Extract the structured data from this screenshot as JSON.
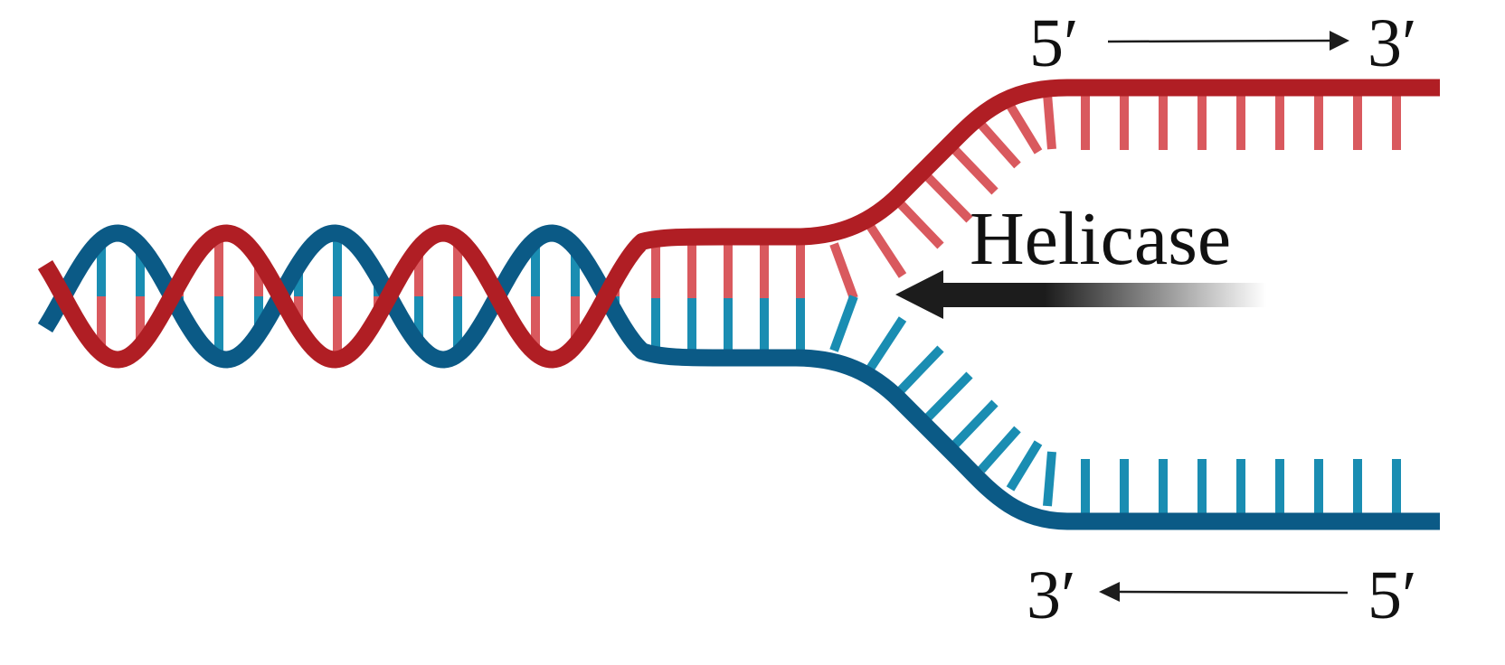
{
  "labels": {
    "top_left": "5′",
    "top_right": "3′",
    "bottom_left": "3′",
    "bottom_right": "5′",
    "enzyme": "Helicase"
  },
  "colors": {
    "strand_red": "#B01E24",
    "base_red": "#D9595E",
    "strand_blue": "#0B5A86",
    "base_blue": "#1A8DB2",
    "arrow": "#1c1c1c",
    "text": "#111111",
    "background": "#ffffff"
  }
}
